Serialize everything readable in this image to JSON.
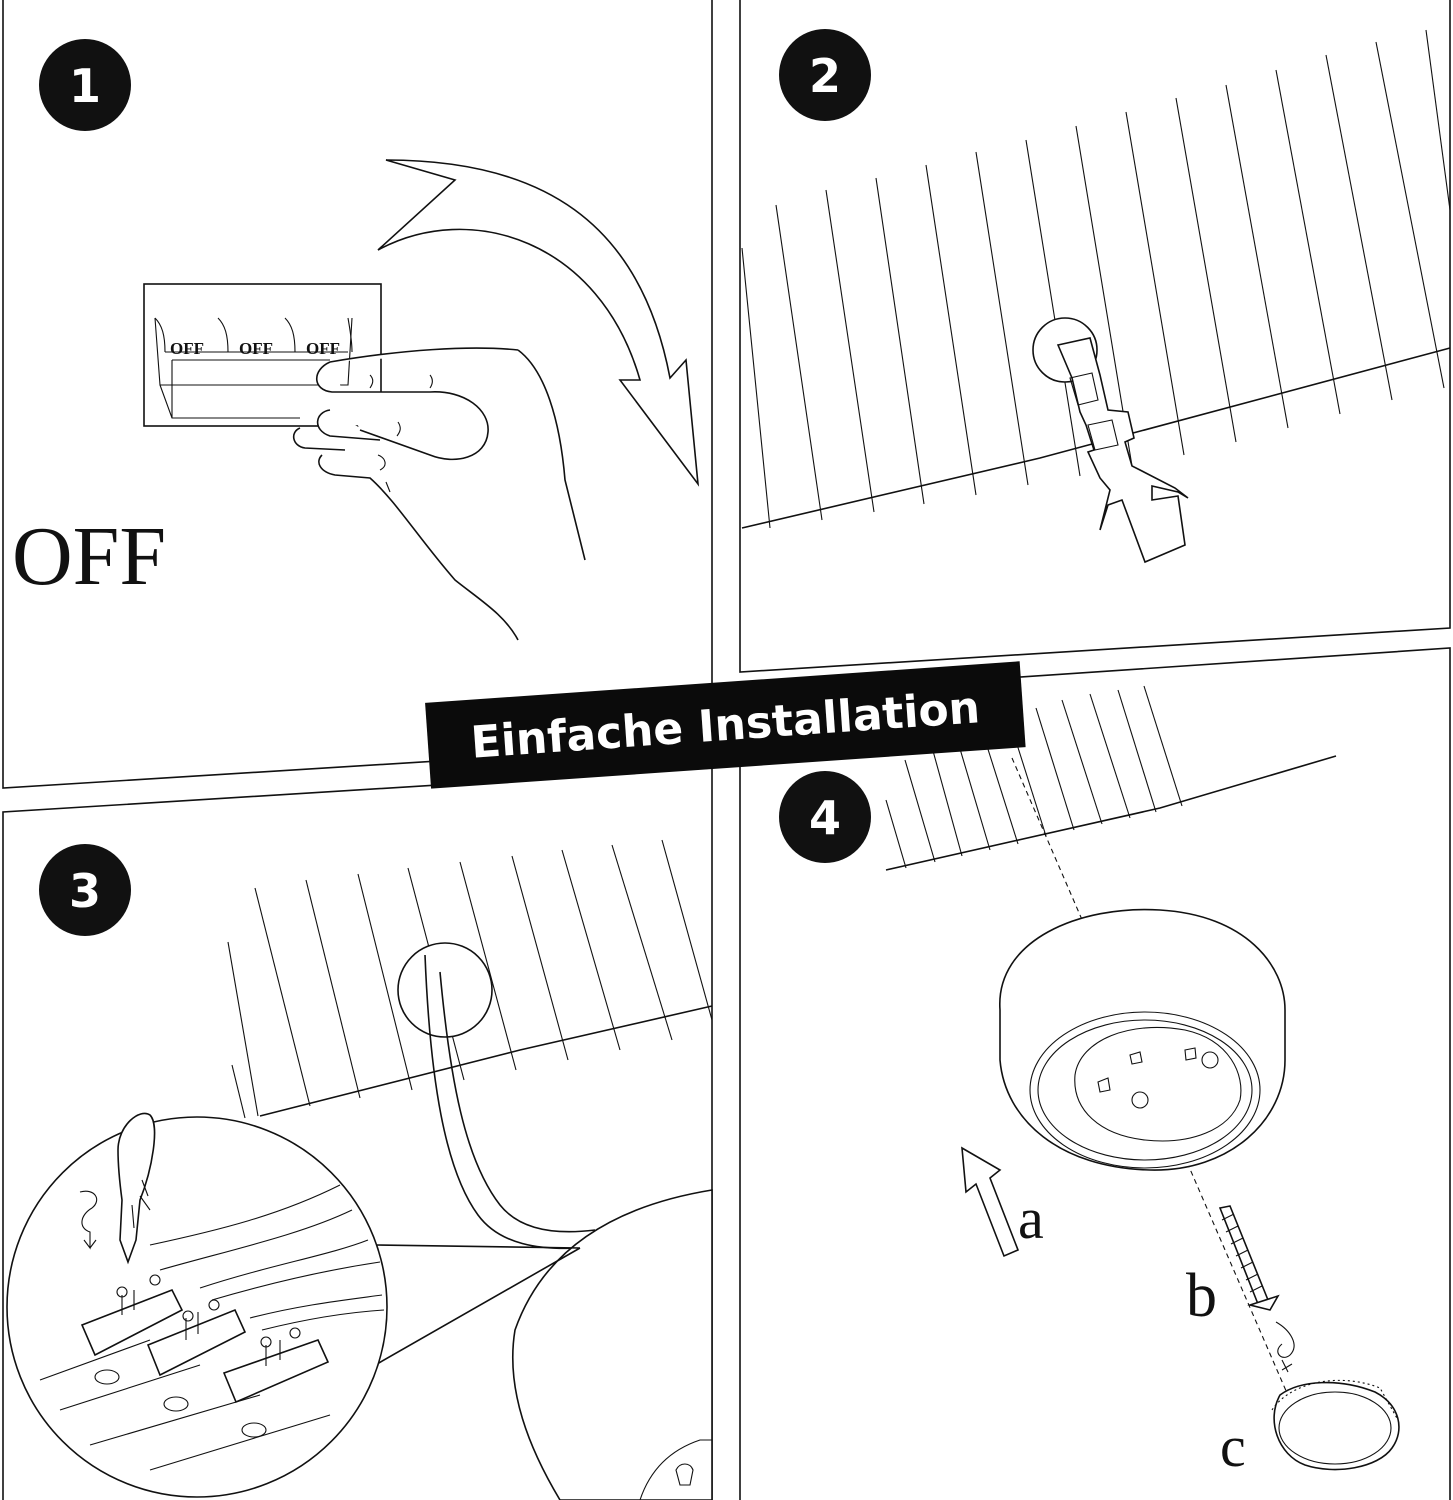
{
  "title": "Einfache Installation",
  "steps": [
    {
      "number": "1",
      "label": "OFF",
      "switch_labels": [
        "OFF",
        "OFF",
        "OFF"
      ]
    },
    {
      "number": "2"
    },
    {
      "number": "3"
    },
    {
      "number": "4",
      "labels": [
        "a",
        "b",
        "c"
      ]
    }
  ],
  "colors": {
    "ink": "#111111",
    "banner": "#0b0b0b",
    "background": "#ffffff"
  }
}
